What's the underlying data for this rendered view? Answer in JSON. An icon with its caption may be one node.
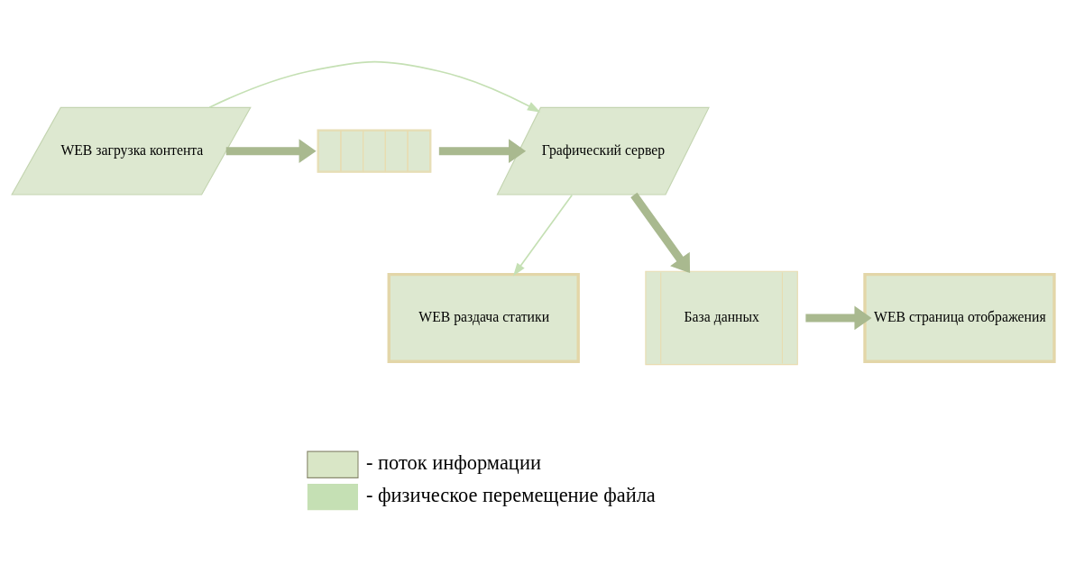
{
  "diagram": {
    "nodes": [
      {
        "text": [
          "WEB загрузка контента"
        ]
      },
      {
        "text": [],
        "shape": "box"
      },
      {
        "text": [
          "Графический сервер"
        ]
      },
      {
        "text": [
          "WEB раздача статики"
        ]
      },
      {
        "text": [
          "База данных"
        ]
      },
      {
        "text": [
          "WEB страница отображения"
        ]
      }
    ],
    "edges": [
      {
        "from": 0,
        "to": 2,
        "arrow": "to",
        "color": "#c5e0b4"
      },
      {
        "from": 0,
        "to": 1,
        "arrow": "to"
      },
      {
        "from": 1,
        "to": 2,
        "arrow": "to"
      },
      {
        "from": 2,
        "to": 3,
        "arrow": "to",
        "color": "#c5e0b4"
      },
      {
        "from": 2,
        "to": 4,
        "arrow": "to"
      },
      {
        "from": 4,
        "to": 5,
        "arrow": "to"
      }
    ],
    "legend": [
      {
        "text": "- поток информации"
      },
      {
        "text": "- физическое перемещение файла"
      }
    ]
  }
}
